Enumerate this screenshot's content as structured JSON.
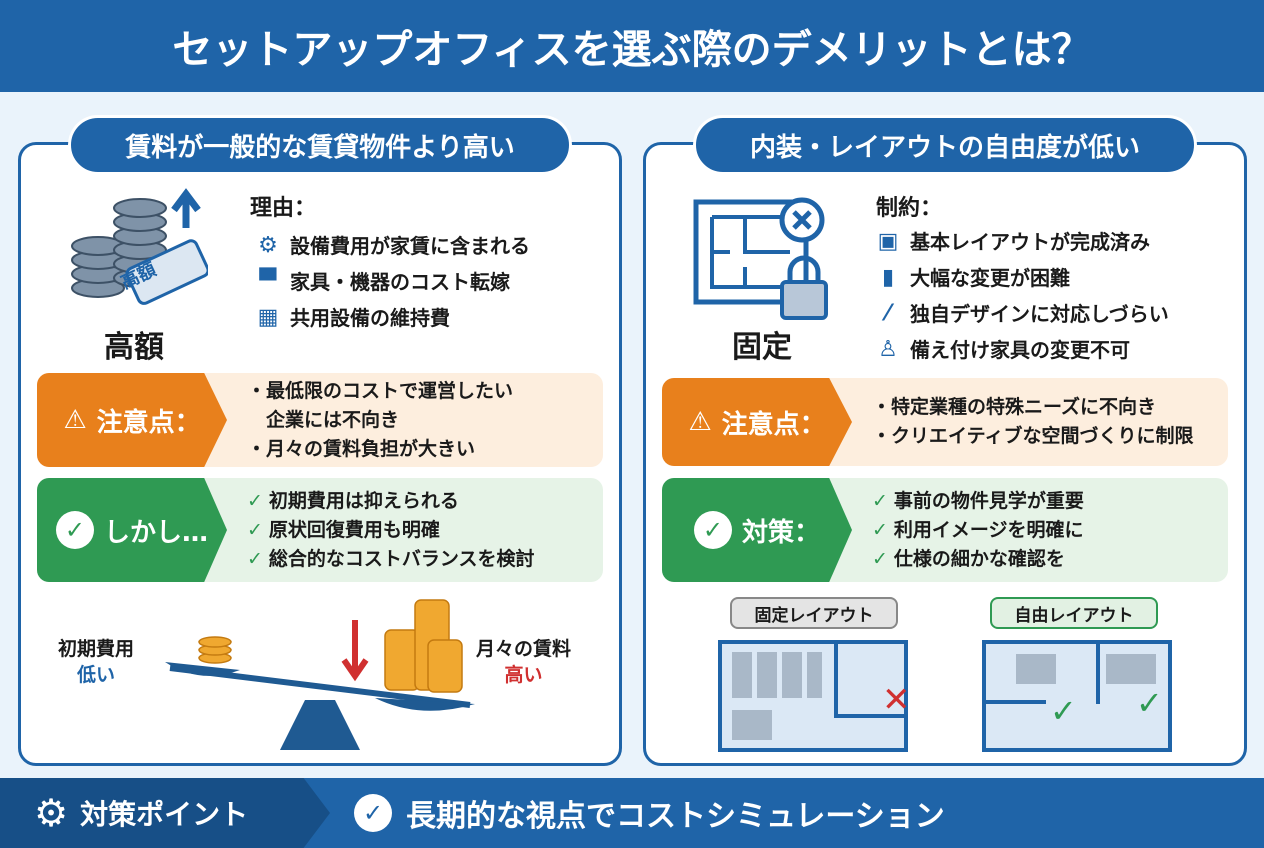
{
  "title": "セットアップオフィスを選ぶ際のデメリットとは？",
  "left": {
    "heading": "賃料が一般的な賃貸物件より高い",
    "icon_label": "高額",
    "tag_text": "高額",
    "reasons_title": "理由：",
    "reasons": [
      "設備費用が家賃に含まれる",
      "家具・機器のコスト転嫁",
      "共用設備の維持費"
    ],
    "caution_label": "注意点：",
    "caution_items": [
      "・最低限のコストで運営したい",
      "　企業には不向き",
      "・月々の賃料負担が大きい"
    ],
    "however_label": "しかし…",
    "however_items": [
      "初期費用は抑えられる",
      "原状回復費用も明確",
      "総合的なコストバランスを検討"
    ],
    "scale": {
      "left_title": "初期費用",
      "left_value": "低い",
      "right_title": "月々の賃料",
      "right_value": "高い"
    }
  },
  "right": {
    "heading": "内装・レイアウトの自由度が低い",
    "icon_label": "固定",
    "constraints_title": "制約：",
    "constraints": [
      "基本レイアウトが完成済み",
      "大幅な変更が困難",
      "独自デザインに対応しづらい",
      "備え付け家具の変更不可"
    ],
    "caution_label": "注意点：",
    "caution_items": [
      "・特定業種の特殊ニーズに不向き",
      "・クリエイティブな空間づくりに制限"
    ],
    "measure_label": "対策：",
    "measure_items": [
      "事前の物件見学が重要",
      "利用イメージを明確に",
      "仕様の細かな確認を"
    ],
    "fixed_layout": "固定レイアウト",
    "free_layout": "自由レイアウト"
  },
  "footer": {
    "label": "対策ポイント",
    "text": "長期的な視点でコストシミュレーション"
  },
  "colors": {
    "blue": "#1f64a8",
    "orange": "#e8801c",
    "green": "#2f9a53",
    "red": "#d03030"
  }
}
